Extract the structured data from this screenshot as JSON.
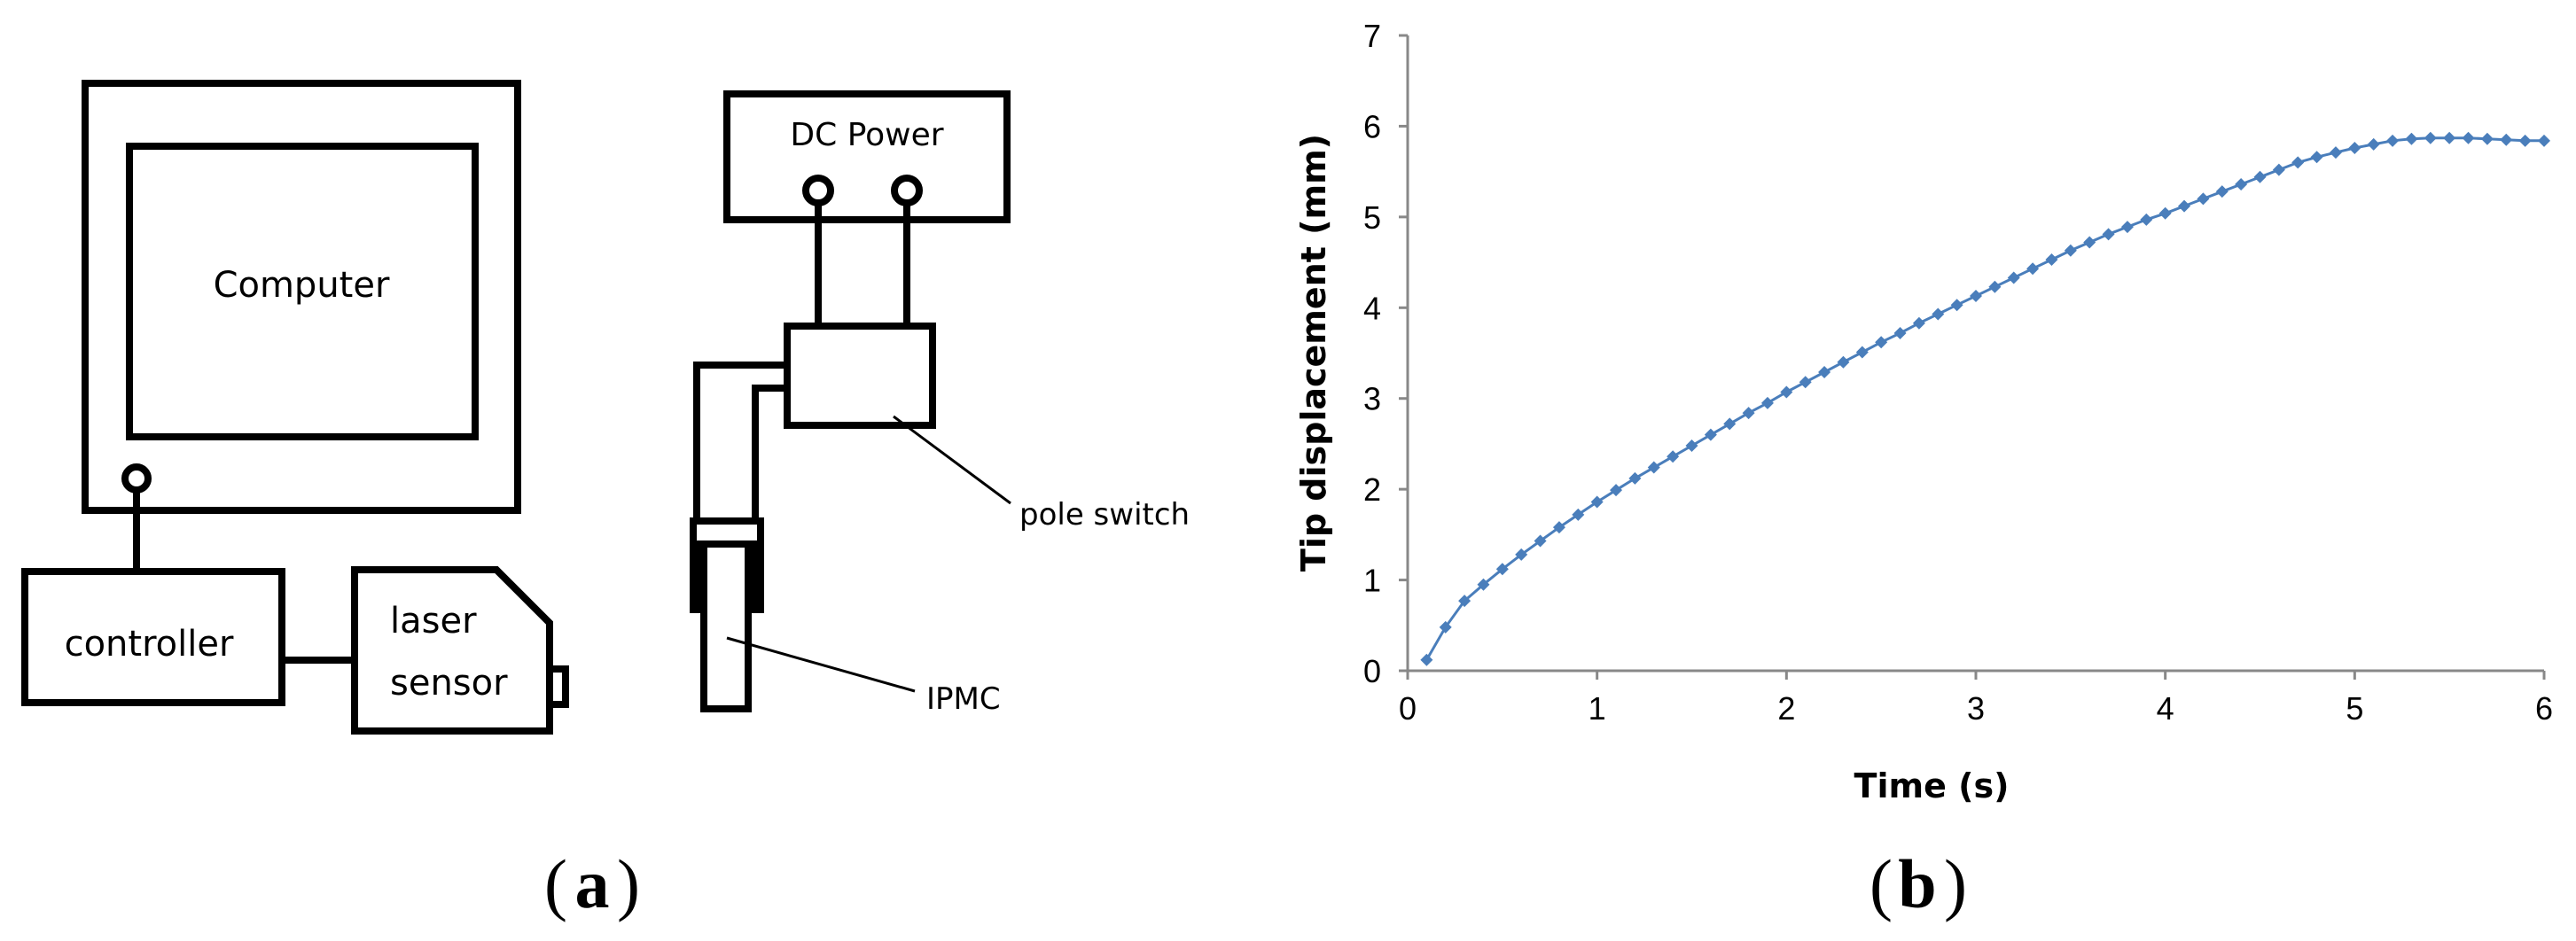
{
  "diagram": {
    "computer_label": "Computer",
    "controller_label": "controller",
    "laser_sensor_line1": "laser",
    "laser_sensor_line2": "sensor",
    "dc_power_label": "DC Power",
    "pole_switch_label": "pole switch",
    "ipmc_label": "IPMC"
  },
  "panel_labels": {
    "a": "a",
    "b": "b",
    "open_paren": "(",
    "close_paren": ")"
  },
  "colors": {
    "series": "#4a7ebb",
    "axis": "#888888",
    "outline": "#000000"
  },
  "chart_data": {
    "type": "line",
    "title": "",
    "xlabel": "Time (s)",
    "ylabel": "Tip displacement (mm)",
    "xlim": [
      0,
      6
    ],
    "ylim": [
      0,
      7
    ],
    "xticks": [
      "0",
      "1",
      "2",
      "3",
      "4",
      "5",
      "6"
    ],
    "yticks": [
      "0",
      "1",
      "2",
      "3",
      "4",
      "5",
      "6",
      "7"
    ],
    "grid": false,
    "legend": "none",
    "marker": "diamond",
    "series": [
      {
        "x": [
          0.1,
          0.2,
          0.3,
          0.4,
          0.5,
          0.6,
          0.7,
          0.8,
          0.9,
          1.0,
          1.1,
          1.2,
          1.3,
          1.4,
          1.5,
          1.6,
          1.7,
          1.8,
          1.9,
          2.0,
          2.1,
          2.2,
          2.3,
          2.4,
          2.5,
          2.6,
          2.7,
          2.8,
          2.9,
          3.0,
          3.1,
          3.2,
          3.3,
          3.4,
          3.5,
          3.6,
          3.7,
          3.8,
          3.9,
          4.0,
          4.1,
          4.2,
          4.3,
          4.4,
          4.5,
          4.6,
          4.7,
          4.8,
          4.9,
          5.0,
          5.1,
          5.2,
          5.3,
          5.4,
          5.5,
          5.6,
          5.7,
          5.8,
          5.9,
          6.0
        ],
        "values": [
          0.12,
          0.48,
          0.77,
          0.95,
          1.12,
          1.28,
          1.43,
          1.58,
          1.72,
          1.86,
          1.99,
          2.12,
          2.24,
          2.36,
          2.48,
          2.6,
          2.72,
          2.84,
          2.95,
          3.07,
          3.18,
          3.29,
          3.4,
          3.51,
          3.62,
          3.72,
          3.83,
          3.93,
          4.03,
          4.13,
          4.23,
          4.33,
          4.43,
          4.53,
          4.63,
          4.72,
          4.81,
          4.89,
          4.97,
          5.04,
          5.12,
          5.2,
          5.28,
          5.36,
          5.44,
          5.52,
          5.6,
          5.66,
          5.71,
          5.76,
          5.8,
          5.84,
          5.86,
          5.87,
          5.87,
          5.87,
          5.86,
          5.85,
          5.84,
          5.84
        ]
      }
    ]
  }
}
